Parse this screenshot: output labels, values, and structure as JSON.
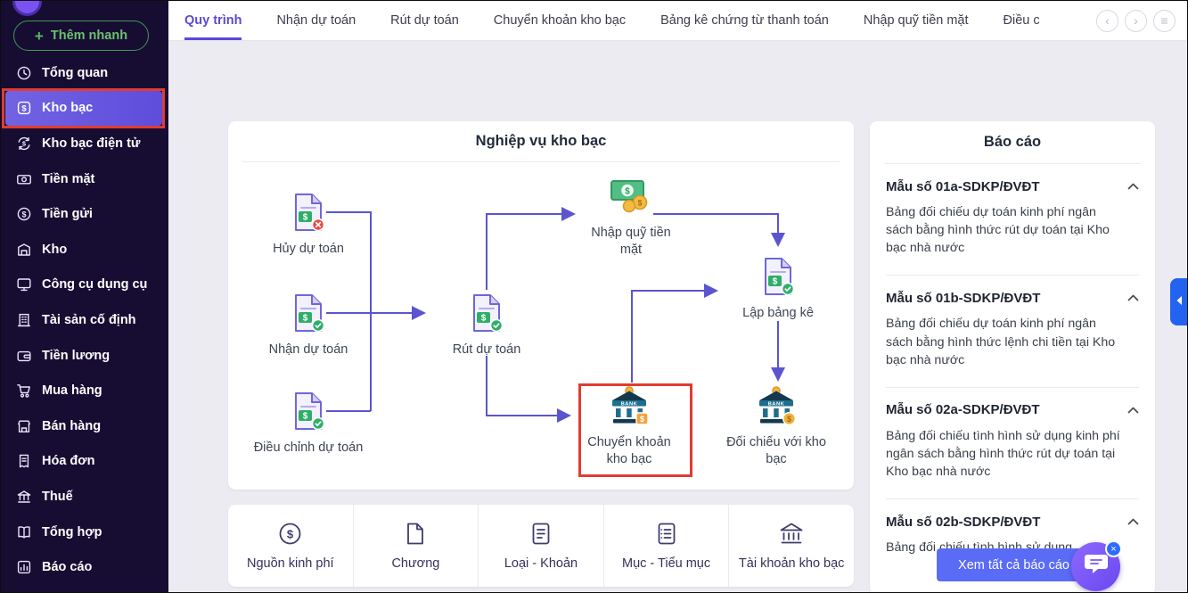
{
  "colors": {
    "accent": "#5a49d6",
    "sidebar_bg": "#170d33",
    "active_item_bg": "#5d4ddb",
    "annotation_red": "#e23b30",
    "view_all_button": "#5a6bf5",
    "side_toggle_blue": "#2363f2",
    "arrow": "#5a55cf"
  },
  "icons": {
    "plus": "+",
    "prev": "‹",
    "next": "›",
    "menu": "≡",
    "close": "×",
    "dollar": "$"
  },
  "bank_label": "BANK",
  "sidebar": {
    "quick_add": "Thêm nhanh",
    "items": [
      {
        "label": "Tổng quan"
      },
      {
        "label": "Kho bạc",
        "active": true,
        "annotated": true
      },
      {
        "label": "Kho bạc điện tử"
      },
      {
        "label": "Tiền mặt"
      },
      {
        "label": "Tiền gửi"
      },
      {
        "label": "Kho"
      },
      {
        "label": "Công cụ dụng cụ"
      },
      {
        "label": "Tài sản cố định"
      },
      {
        "label": "Tiền lương"
      },
      {
        "label": "Mua hàng"
      },
      {
        "label": "Bán hàng"
      },
      {
        "label": "Hóa đơn"
      },
      {
        "label": "Thuế"
      },
      {
        "label": "Tổng hợp"
      },
      {
        "label": "Báo cáo"
      }
    ]
  },
  "tabs": [
    "Quy trình",
    "Nhận dự toán",
    "Rút dự toán",
    "Chuyển khoản kho bạc",
    "Bảng kê chứng từ thanh toán",
    "Nhập quỹ tiền mặt",
    "Điều c"
  ],
  "active_tab": "Quy trình",
  "process": {
    "title": "Nghiệp vụ kho bạc",
    "nodes": {
      "huy_du_toan": "Hủy dự toán",
      "nhan_du_toan": "Nhận dự toán",
      "dieu_chinh_du_toan": "Điều chỉnh dự toán",
      "rut_du_toan": "Rút dự toán",
      "nhap_quy_tien_mat": "Nhập quỹ tiền mặt",
      "lap_bang_ke": "Lập bảng kê",
      "chuyen_khoan_kho_bac": "Chuyển khoản kho bạc",
      "doi_chieu_voi_kho_bac": "Đối chiếu với kho bạc"
    },
    "annotated_node": "Chuyển khoản kho bạc"
  },
  "categories": [
    "Nguồn kinh phí",
    "Chương",
    "Loại - Khoản",
    "Mục - Tiểu mục",
    "Tài khoản kho bạc"
  ],
  "reports": {
    "title": "Báo cáo",
    "view_all": "Xem tất cả báo cáo",
    "items": [
      {
        "code": "Mẫu số 01a-SDKP/ĐVĐT",
        "desc": "Bảng đối chiếu dự toán kinh phí ngân sách bằng hình thức rút dự toán tại Kho bạc nhà nước"
      },
      {
        "code": "Mẫu số 01b-SDKP/ĐVĐT",
        "desc": "Bảng đối chiếu dự toán kinh phí ngân sách bằng hình thức lệnh chi tiền tại Kho bạc nhà nước"
      },
      {
        "code": "Mẫu số 02a-SDKP/ĐVĐT",
        "desc": "Bảng đối chiếu tình hình sử dụng kinh phí ngân sách bằng hình thức rút dự toán tại Kho bạc nhà nước"
      },
      {
        "code": "Mẫu số 02b-SDKP/ĐVĐT",
        "desc": "Bảng đối chiếu tình hình sử dụng"
      }
    ]
  }
}
